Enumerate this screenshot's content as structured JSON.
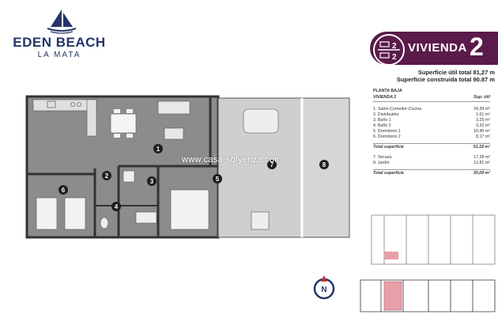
{
  "brand": {
    "name": "EDEN BEACH",
    "sub": "LA MATA"
  },
  "badge": {
    "title": "VIVIENDA",
    "number": "2",
    "icon_top": "2",
    "icon_bottom": "2"
  },
  "areas": {
    "useful": "Superficie útil total 81,27 m",
    "built": "Superficie construida total 90.87 m"
  },
  "table": {
    "floor": "PLANTA BAJA",
    "header": {
      "left": "VIVIENDA 2",
      "right": "Sup. útil"
    },
    "rooms": [
      {
        "name": "1. Salón-Comedor-Cocina",
        "value": "24,39 m²"
      },
      {
        "name": "2. Distribuidor",
        "value": "1,61 m²"
      },
      {
        "name": "3. Baño 1",
        "value": "3,25 m²"
      },
      {
        "name": "4. Baño 2",
        "value": "3,32 m²"
      },
      {
        "name": "5. Dormitorio 1",
        "value": "10,45 m²"
      },
      {
        "name": "6. Dormitorio 2",
        "value": "8,17 m²"
      }
    ],
    "total1": {
      "label": "Total superficie",
      "value": "51,18 m²"
    },
    "outdoor": [
      {
        "name": "7. Terraza",
        "value": "17,28 m²"
      },
      {
        "name": "8. Jardín",
        "value": "12,81 m²"
      }
    ],
    "total2": {
      "label": "Total superficie",
      "value": "30,09 m²"
    }
  },
  "watermark": "www.casa-solyenza.com",
  "room_numbers": [
    "1",
    "2",
    "3",
    "4",
    "5",
    "6",
    "7",
    "8"
  ],
  "compass": {
    "letter": "N"
  },
  "colors": {
    "brand": "#25356a",
    "badge": "#5a1a4a",
    "interior": "#8a8a8a",
    "terrace": "#c9c9c9",
    "highlight": "#e8a0a8"
  }
}
